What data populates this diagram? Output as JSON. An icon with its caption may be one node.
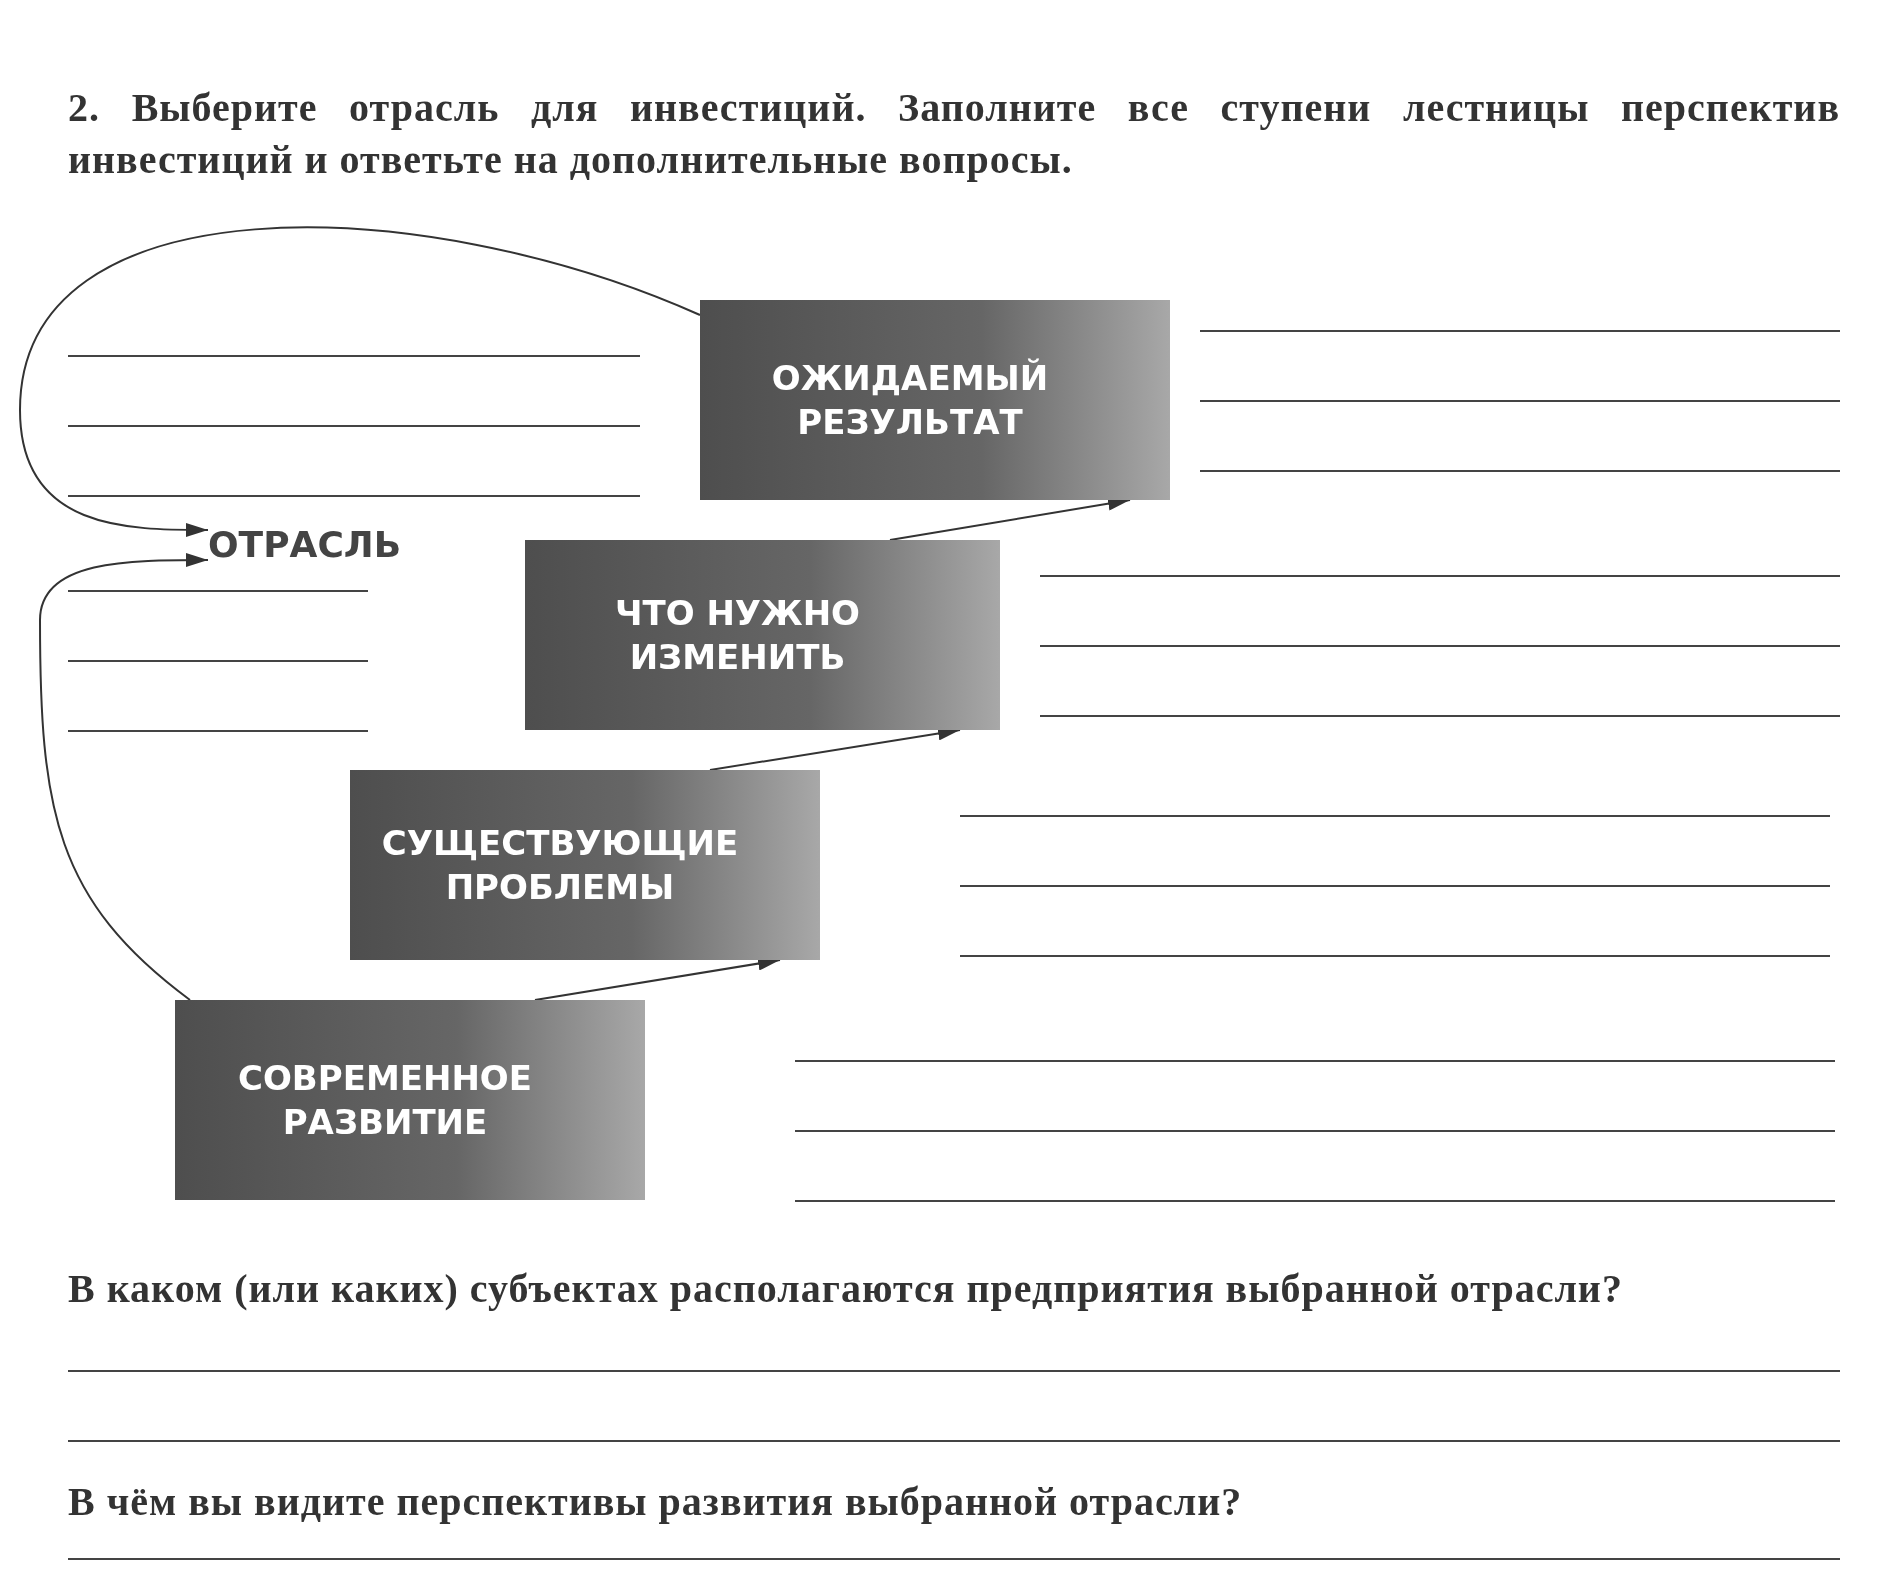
{
  "diagram": {
    "title": "2. Выберите отрасль для инвестиций. Заполните все ступени лестницы перспектив инвестиций и ответьте на дополнительные вопросы.",
    "nodes": [
      {
        "text": [
          "ОТРАСЛЬ"
        ]
      },
      {
        "text": [
          "СОВРЕМЕННОЕ РАЗВИТИЕ"
        ]
      },
      {
        "text": [
          "СУЩЕСТВУЮЩИЕ ПРОБЛЕМЫ"
        ]
      },
      {
        "text": [
          "ЧТО НУЖНО ИЗМЕНИТЬ"
        ]
      },
      {
        "text": [
          "ОЖИДАЕМЫЙ РЕЗУЛЬТАТ"
        ]
      }
    ],
    "edges": [
      {
        "from": 1,
        "to": 2,
        "arrow": "to"
      },
      {
        "from": 2,
        "to": 3,
        "arrow": "to"
      },
      {
        "from": 3,
        "to": 4,
        "arrow": "to"
      },
      {
        "from": 1,
        "to": 0,
        "arrow": "to"
      },
      {
        "from": 4,
        "to": 0,
        "arrow": "to"
      }
    ],
    "labels": [
      "В каком (или каких) субъектах располагаются предприятия выбранной отрасли?",
      "В чём вы видите перспективы развития выбранной отрасли?"
    ]
  }
}
